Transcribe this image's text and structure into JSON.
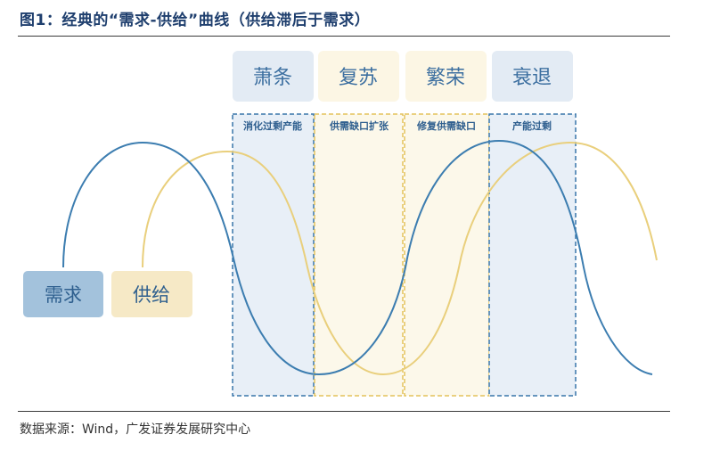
{
  "header": {
    "title": "图1：经典的“需求-供给”曲线（供给滞后于需求）"
  },
  "footer": {
    "source": "数据来源：Wind，广发证券发展研究中心"
  },
  "phases": [
    {
      "label": "萧条",
      "sub": "消化过剩产能",
      "style": "blue"
    },
    {
      "label": "复苏",
      "sub": "供需缺口扩张",
      "style": "yellow"
    },
    {
      "label": "繁荣",
      "sub": "修复供需缺口",
      "style": "yellow"
    },
    {
      "label": "衰退",
      "sub": "产能过剩",
      "style": "blue"
    }
  ],
  "legend": {
    "demand": "需求",
    "supply": "供给"
  },
  "colors": {
    "title": "#1f3f6e",
    "demand_curve": "#3c7db0",
    "supply_curve": "#e9cf7c",
    "blue_panel": "#e8eff7",
    "yellow_panel": "#fcf8ea",
    "blue_border": "#3876aa",
    "yellow_border": "#e3c25a",
    "demand_box": "#a3c2dc",
    "supply_box": "#f6e9c6",
    "phase_text": "#3c6fa0"
  }
}
